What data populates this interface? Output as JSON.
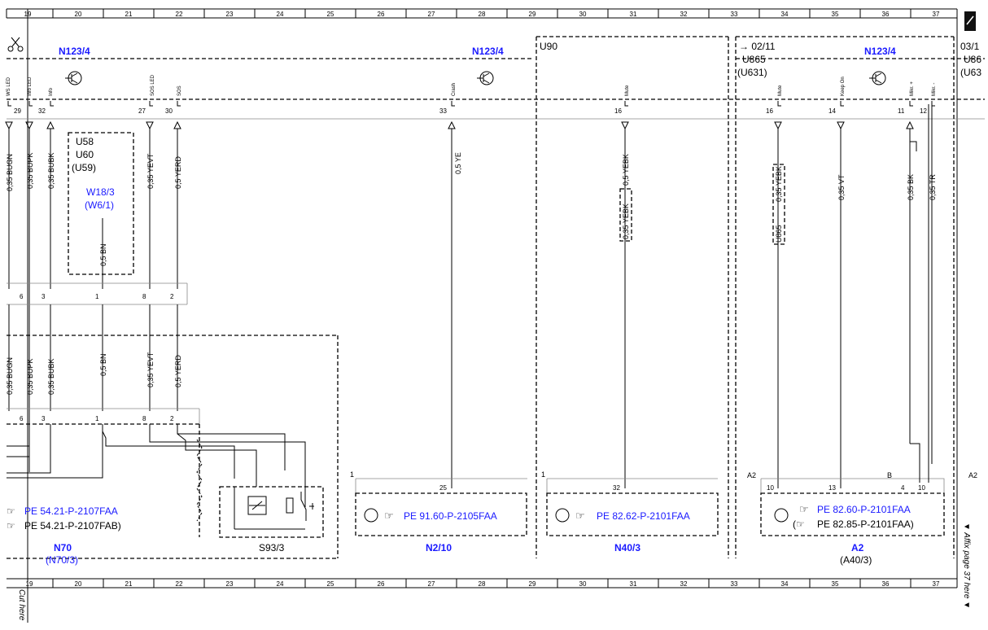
{
  "grid_columns": [
    "19",
    "20",
    "21",
    "22",
    "23",
    "24",
    "25",
    "26",
    "27",
    "28",
    "29",
    "30",
    "31",
    "32",
    "33",
    "34",
    "35",
    "36",
    "37"
  ],
  "top_labels": {
    "n123_a": "N123/4",
    "n123_b": "N123/4",
    "n123_c": "N123/4",
    "u90": "U90",
    "ref_0211": "→ 02/11",
    "u865": "U865",
    "u631": "(U631)",
    "ref_03": "03/1",
    "u86": "U86",
    "u63": "(U63"
  },
  "pins_top": [
    {
      "num": "29",
      "sig": "WS LED"
    },
    {
      "num": "",
      "sig": "Info LED"
    },
    {
      "num": "32",
      "sig": "Info"
    },
    {
      "num": "27",
      "sig": "SOS LED"
    },
    {
      "num": "30",
      "sig": "SOS"
    },
    {
      "num": "33",
      "sig": "Crash"
    },
    {
      "num": "16",
      "sig": "Mute"
    },
    {
      "num": "16",
      "sig": "Mute"
    },
    {
      "num": "14",
      "sig": "Keep On"
    },
    {
      "num": "11",
      "sig": "Mikr. +"
    },
    {
      "num": "12",
      "sig": "Mikr. -"
    }
  ],
  "wires_upper": {
    "w1": "0,35 BUGN",
    "w2": "0,35 BUPK",
    "w3": "0,35 BUBK",
    "w4": "0,35 YEVT",
    "w5": "0,5 YERD",
    "w6": "0,5 YE",
    "w7": "0,5 YEBK",
    "w7b": "0,35 YEBK",
    "w8": "0,35 YEBK",
    "w8b": "U865",
    "w9": "0,35 VT",
    "w10": "0,35 BK",
    "w11": "0,35 TR",
    "w12": "0,5 BN"
  },
  "wires_lower": {
    "w1": "0,35 BUGN",
    "w2": "0,35 BUPK",
    "w3": "0,35 BUBK",
    "w4": "0,5 BN",
    "w5": "0,35 YEVT",
    "w6": "0,5 YERD"
  },
  "variant_box": {
    "l1": "U58",
    "l2": "U60",
    "l3": "(U59)",
    "l4": "W18/3",
    "l5": "(W6/1)"
  },
  "connector_pins_mid": [
    "6",
    "3",
    "1",
    "8",
    "2"
  ],
  "connector_pins_low": [
    "6",
    "3",
    "1",
    "8",
    "2"
  ],
  "lower_pins": {
    "n2": "25",
    "n40": "32",
    "a2_a": "10",
    "a2_b": "13",
    "a2_c": "4",
    "a2_d": "10"
  },
  "lower_marks": {
    "one_a": "1",
    "one_b": "1",
    "a2": "A2",
    "b": "B",
    "a2r": "A2"
  },
  "refs": {
    "r1": "PE 54.21-P-2107FAA",
    "r2": "PE 54.21-P-2107FAB)",
    "r3": "PE 91.60-P-2105FAA",
    "r4": "PE 82.62-P-2101FAA",
    "r5": "PE 82.60-P-2101FAA",
    "r6": "PE 82.85-P-2101FAA)"
  },
  "bottom_labels": {
    "n70": "N70",
    "n70b": "(N70/3)",
    "s93": "S93/3",
    "n2": "N2/10",
    "n40": "N40/3",
    "a2": "A2",
    "a40": "(A40/3)"
  },
  "margin_text": {
    "cut": "Cut here",
    "affix": "▼ Affix page 37 here ▼"
  },
  "colors": {
    "line": "#000000",
    "component_label": "#1a1aff"
  }
}
